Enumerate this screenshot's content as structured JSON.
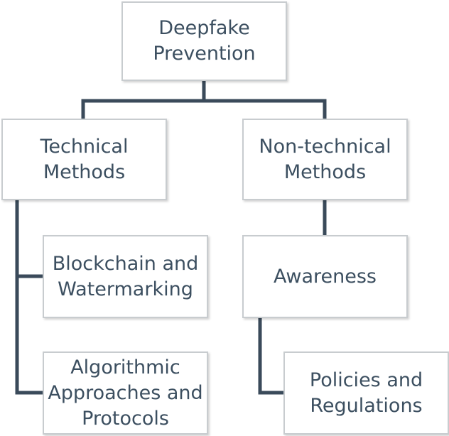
{
  "nodes": {
    "root": "Deepfake\nPrevention",
    "technical": "Technical\nMethods",
    "non_technical": "Non-technical\nMethods",
    "blockchain": "Blockchain and\nWatermarking",
    "algorithmic": "Algorithmic\nApproaches and\nProtocols",
    "awareness": "Awareness",
    "policies": "Policies and\nRegulations"
  },
  "colors": {
    "connector": "#3a4a5a",
    "box_border": "#c8cccf",
    "text": "#3c4f60"
  }
}
